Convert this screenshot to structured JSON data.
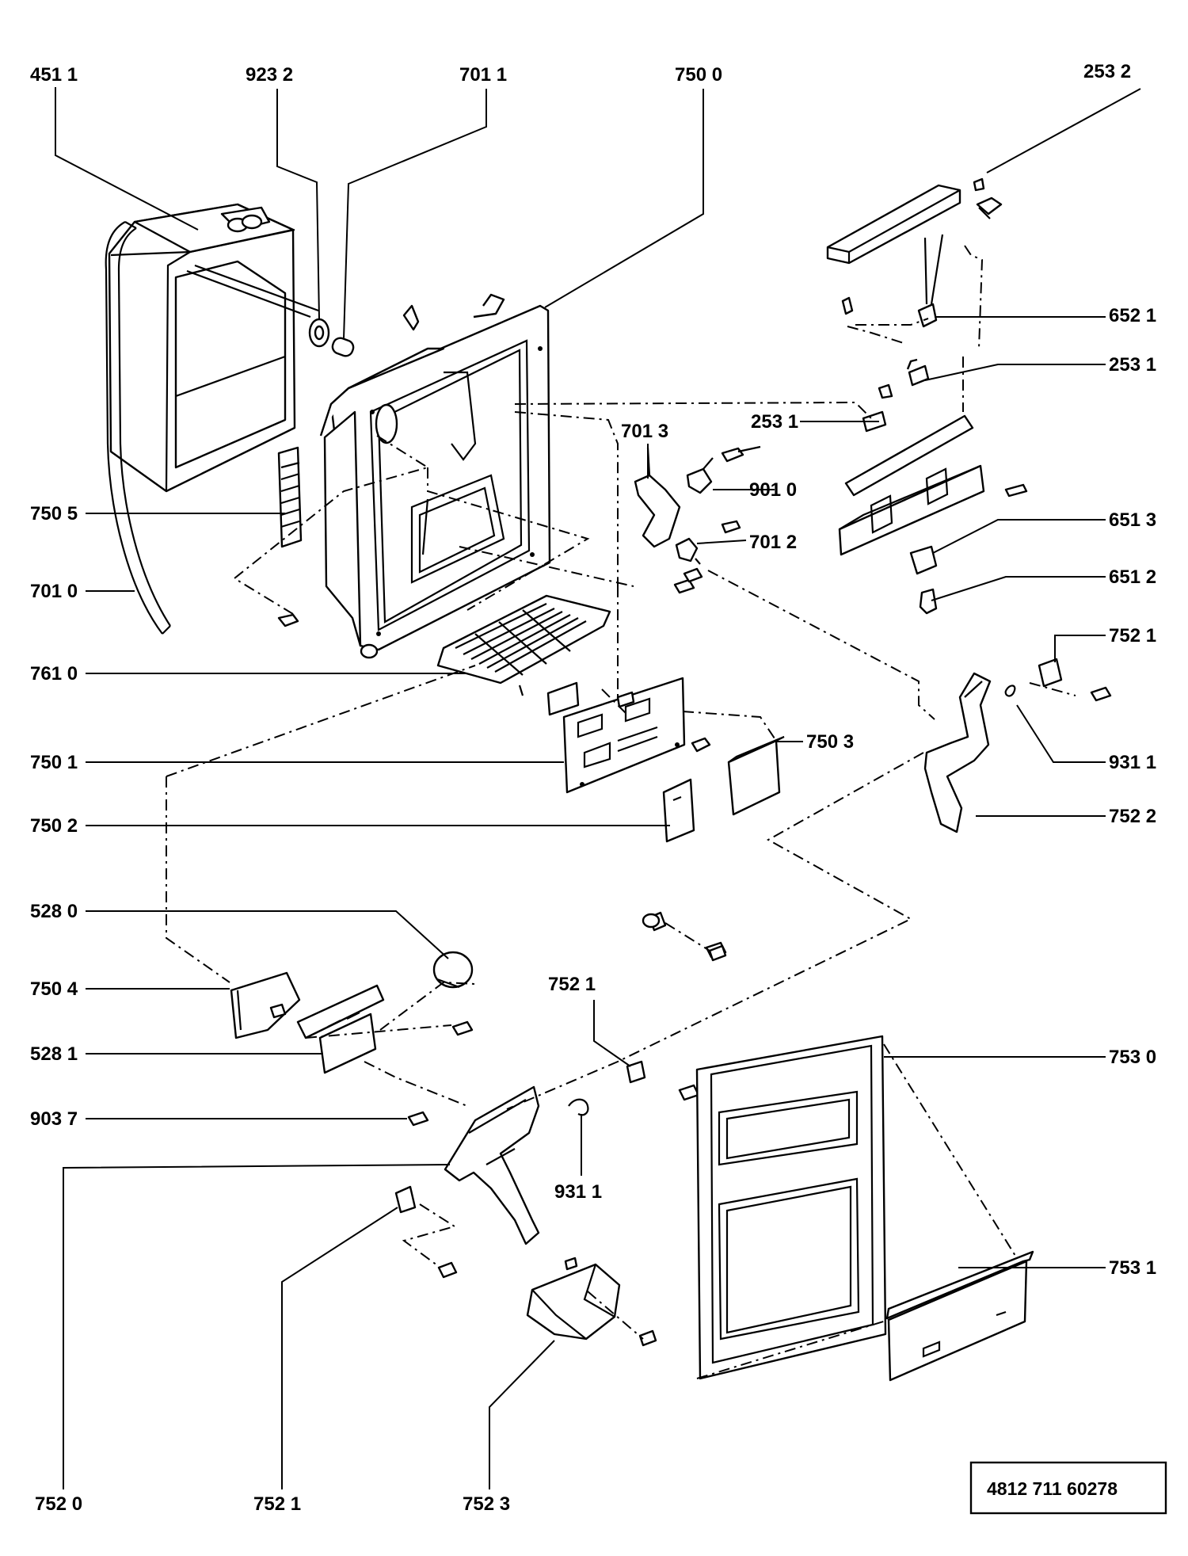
{
  "labels": {
    "l4511": "451 1",
    "l9232": "923  2",
    "l7011": "701 1",
    "l7500": "750  0",
    "l2532": "253 2",
    "l6521": "652 1",
    "l2531a": "253 1",
    "l2531b": "253 1",
    "l7013": "701 3",
    "l9010": "901 0",
    "l7012": "701 2",
    "l6513": "651 3",
    "l6512": "651 2",
    "l7505": "750 5",
    "l7010": "701 0",
    "l7610": "761 0",
    "l7521a": "752 1",
    "l7501": "750 1",
    "l7503": "750 3",
    "l9311a": "931 1",
    "l7502": "750 2",
    "l7522": "752 2",
    "l5280": "528 0",
    "l7504": "750 4",
    "l7521b": "752 1",
    "l5281": "528 1",
    "l7530": "753 0",
    "l9037": "903 7",
    "l9311b": "931 1",
    "l7531": "753 1",
    "l7520": "752 0",
    "l7521c": "752 1",
    "l7523": "752 3"
  },
  "code_box": {
    "code": "4812   711   60278"
  }
}
